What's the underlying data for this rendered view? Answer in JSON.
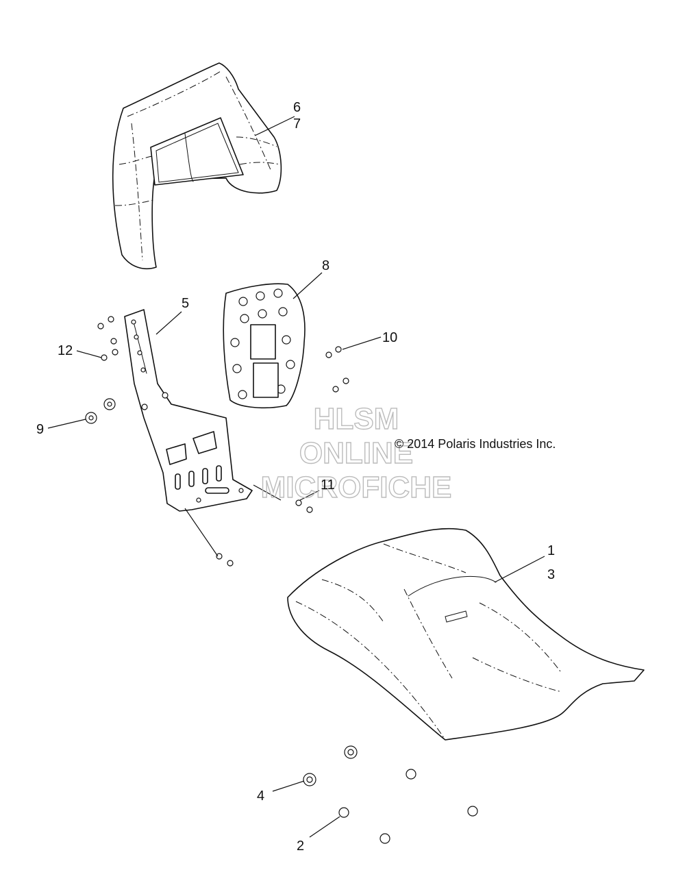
{
  "callouts": {
    "c1": "1",
    "c2": "2",
    "c3": "3",
    "c4": "4",
    "c5": "5",
    "c6": "6",
    "c7": "7",
    "c8": "8",
    "c9": "9",
    "c10": "10",
    "c11": "11",
    "c12": "12"
  },
  "copyright": "© 2014 Polaris Industries Inc.",
  "watermark": {
    "line1": "HLSM",
    "line2": "ONLINE",
    "line3": "MICROFICHE"
  }
}
